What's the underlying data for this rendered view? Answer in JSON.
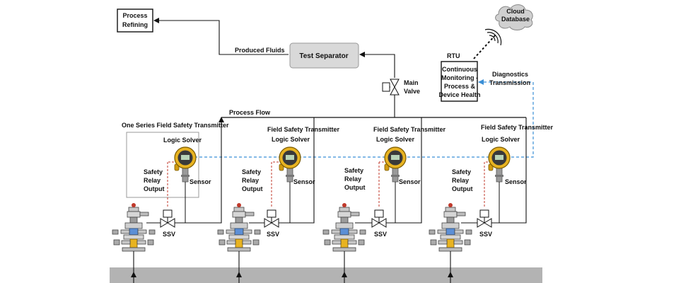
{
  "process_refining": [
    "Process",
    "Refining"
  ],
  "cloud_database": [
    "Cloud",
    "Database"
  ],
  "produced_fluids": "Produced Fluids",
  "test_separator": "Test Separator",
  "main_valve": [
    "Main",
    "Valve"
  ],
  "rtu": {
    "title": "RTU",
    "body": [
      "Continuous",
      "Monitoring -",
      "Process &",
      "Device Health"
    ]
  },
  "diagnostics_transmission": [
    "Diagnostics",
    "Transmission"
  ],
  "process_flow": "Process Flow",
  "wells": [
    {
      "transmitter_label": "One Series Field Safety Transmitter",
      "logic_solver": "Logic Solver",
      "relay": [
        "Safety",
        "Relay",
        "Output"
      ],
      "sensor": "Sensor",
      "valve": "SSV"
    },
    {
      "transmitter_label": "Field Safety Transmitter",
      "logic_solver": "Logic Solver",
      "relay": [
        "Safety",
        "Relay",
        "Output"
      ],
      "sensor": "Sensor",
      "valve": "SSV"
    },
    {
      "transmitter_label": "Field Safety Transmitter",
      "logic_solver": "Logic Solver",
      "relay": [
        "Safety",
        "Relay",
        "Output"
      ],
      "sensor": "Sensor",
      "valve": "SSV"
    },
    {
      "transmitter_label": "Field Safety Transmitter",
      "logic_solver": "Logic Solver",
      "relay": [
        "Safety",
        "Relay",
        "Output"
      ],
      "sensor": "Sensor",
      "valve": "SSV"
    }
  ],
  "colors": {
    "line": "#111111",
    "diagnostics_link": "#3b8fd6",
    "relay_link": "#c0392b",
    "transmitter": "#e8b321",
    "separator_fill": "#d9d9d9",
    "ground": "#b3b3b3",
    "cloud": "#d0d0d0"
  }
}
